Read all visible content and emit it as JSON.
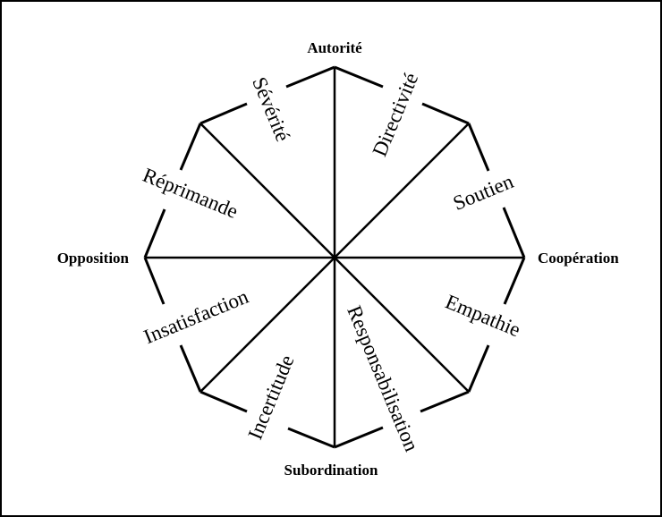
{
  "axes": {
    "top": "Autorité",
    "right": "Coopération",
    "bottom": "Subordination",
    "left": "Opposition"
  },
  "sectors": {
    "severite": "Sévérité",
    "directivite": "Directivité",
    "soutien": "Soutien",
    "empathie": "Empathie",
    "responsabilisation": "Responsabilisation",
    "incertitude": "Incertitude",
    "insatisfaction": "Insatisfaction",
    "reprimande": "Réprimande"
  }
}
